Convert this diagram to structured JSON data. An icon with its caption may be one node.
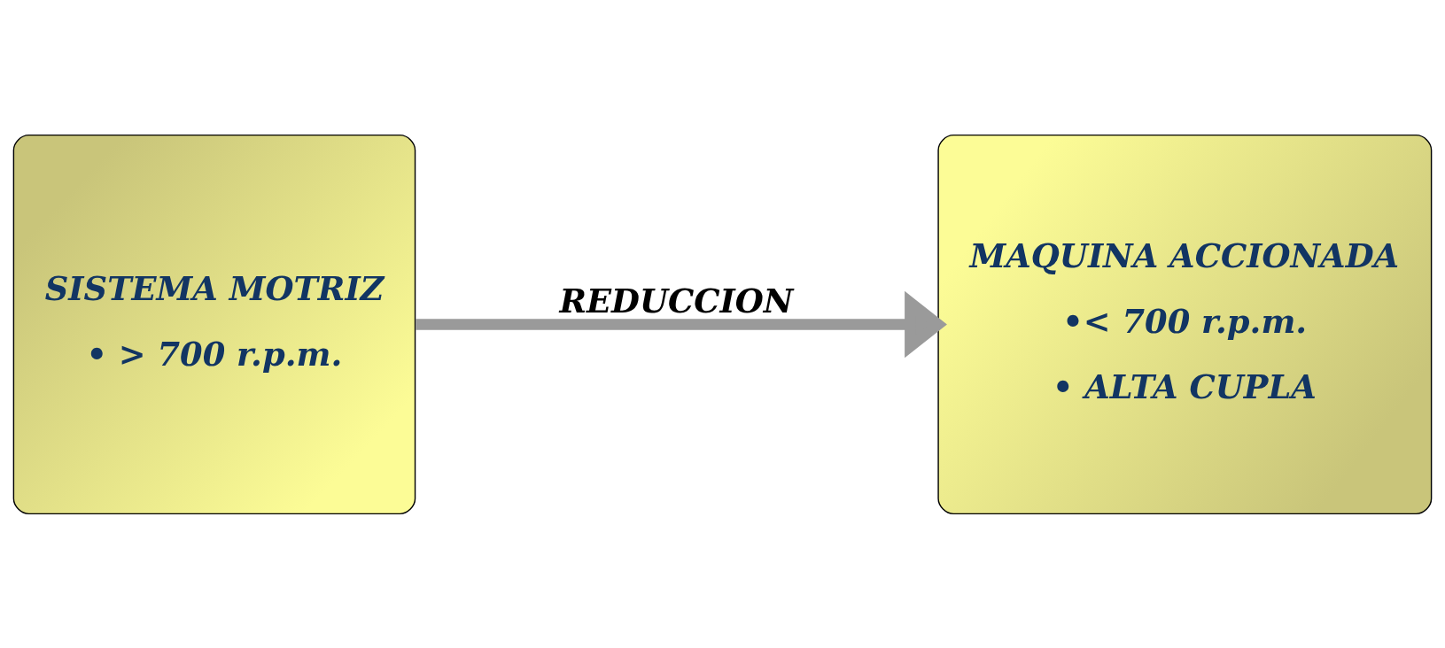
{
  "diagram": {
    "nodes": [
      {
        "text": [
          "SISTEMA MOTRIZ",
          "• > 700 r.p.m."
        ]
      },
      {
        "text": [
          "MAQUINA ACCIONADA",
          "•< 700 r.p.m.",
          "• ALTA CUPLA"
        ]
      }
    ],
    "edges": [
      {
        "from": 0,
        "to": 1,
        "arrow": "to",
        "label": "REDUCCION"
      }
    ]
  }
}
